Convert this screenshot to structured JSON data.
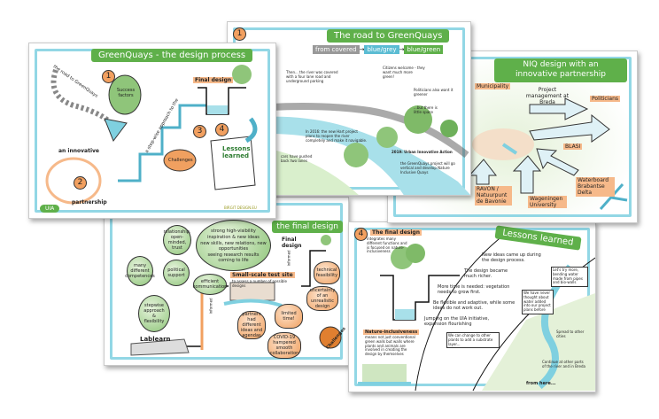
{
  "posters": {
    "design_process": {
      "title": "GreenQuays - the design process",
      "step1_number": "1",
      "step1_label": "the road to GreenQuays",
      "step2_number": "2",
      "step2_top": "an innovative",
      "step2_bottom": "partnership",
      "balloon": "Success factors",
      "stepwise": "a step-wise approach to the",
      "step3_number": "3",
      "challenges": "Challenges",
      "final_design": "Final design",
      "step4_number": "4",
      "lessons": "Lessons learned",
      "logo": "UIA",
      "credit": "BIRGIT DESIGN.EU"
    },
    "road": {
      "number": "1",
      "title": "The road to GreenQuays",
      "subtitle_parts": [
        "from covered",
        "blue/grey",
        "blue/green"
      ],
      "arrow": "→",
      "then": "Then... the river was covered with a four lane road and underground parking",
      "citizens": "Citizens welcome - they want much more green!",
      "politicians": "Politicians also want it greener",
      "little_space": "...but there is little space",
      "in_2016": "In 2016: the new Hart project plans to reopen the river completely and make it navigable.",
      "in_2019": "2019: Urban Innovative Action",
      "greenquays": "the GreenQuays project will go vertical and develop Nature Inclusive Quays",
      "pushed_back": "cars have pushed back two lanes"
    },
    "niq": {
      "title": "NIQ design with an innovative partnership",
      "municipality": "Municipality",
      "project_mgmt": "Project management at Breda",
      "politicians": "Politicians",
      "blasi": "BLASI",
      "ravon": "RAVON / Natuurpunt de Bavonie",
      "wageningen": "Wageningen University",
      "waterboard": "Waterboard Brabantse Delta"
    },
    "final_design": {
      "title": "the final design",
      "lab": "Lablearn",
      "test_site": "Small-scale test site",
      "test_site_note": "to assess a number of possible designs",
      "final": "Final design",
      "informed1": "informed",
      "informed2": "informed",
      "balloons": [
        "many different competences",
        "political support",
        "stepwise approach & flexibility",
        "relationship, open-minded, trust",
        "efficient communication"
      ],
      "big_balloon": [
        "strong high-visibility",
        "inspiration & new ideas",
        "new skills, new relations, new opportunities",
        "seeing research results coming to life"
      ],
      "challenges": [
        "partners had different ideas and agendas",
        "limited time!",
        "COVID-19 hampered smooth collaboration",
        "uncertainty of an unrealistic design",
        "technical feasibility"
      ],
      "challenges_label": "Challenges"
    },
    "lessons": {
      "number": "4",
      "title": "Lessons learned",
      "final_design_heading": "The final design",
      "final_design_note": "integrates many different functions and is focused on nature-inclusiveness",
      "nature_heading": "Nature-inclusiveness",
      "nature_note": "means not just conventional green walls but walls where plants and animals are involved in creating the design by themselves",
      "items": [
        "New ideas came up during the design process.",
        "The design became much richer.",
        "More time is needed: vegetation needs to grow first.",
        "Be flexible and adaptive, while some ideas do not work out.",
        "Jumping on the UIA initiative, expansion flourishing"
      ],
      "quote1": "Let's try more, bending water made from pipes and bio-walls",
      "quote2": "We have never thought about water added into our project plans before",
      "quote3": "We can change to other plants to add a substrate layer...",
      "spread": "Spread to other cities",
      "continue": "Continue at other parts of the river and in Breda",
      "from_here": "from here..."
    }
  },
  "colors": {
    "green": "#5fb04a",
    "cyan": "#7fd0e0",
    "orange": "#f2a060"
  }
}
